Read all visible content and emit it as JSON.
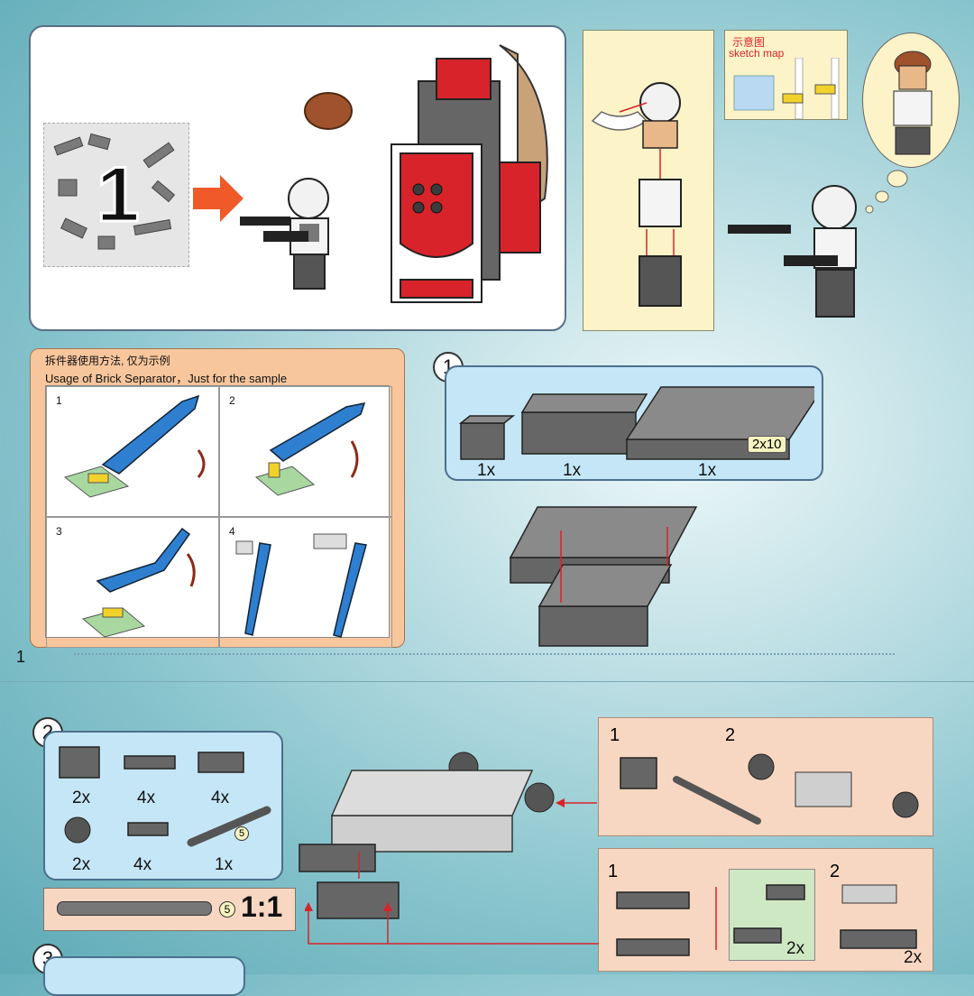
{
  "bag": {
    "number": "1"
  },
  "sketch": {
    "label_cn": "示意图",
    "label_en": "sketch map"
  },
  "separator": {
    "title_cn": "拆件器使用方法, 仅为示例",
    "title_en": "Usage of Brick Separator，Just for the sample",
    "steps": [
      "1",
      "2",
      "3",
      "4"
    ]
  },
  "page_number": "1",
  "step1": {
    "number": "1",
    "parts": [
      {
        "count": "1x",
        "label": ""
      },
      {
        "count": "1x",
        "label": ""
      },
      {
        "count": "1x",
        "label": "2x10"
      }
    ]
  },
  "step2": {
    "number": "2",
    "parts": [
      {
        "count": "2x"
      },
      {
        "count": "4x"
      },
      {
        "count": "4x"
      },
      {
        "count": "2x"
      },
      {
        "count": "4x"
      },
      {
        "count": "1x"
      }
    ],
    "axle_length": "5",
    "scale_label": "1:1",
    "sub1": {
      "a": "1",
      "b": "2"
    },
    "sub2": {
      "a": "1",
      "b": "2",
      "count_a": "2x",
      "count_b": "2x"
    }
  },
  "step3": {
    "number": "3"
  },
  "colors": {
    "brick_dark": "#666666",
    "brick_light": "#cfcfcf",
    "red": "#d8232a",
    "separator_blue": "#2f7fd0"
  }
}
